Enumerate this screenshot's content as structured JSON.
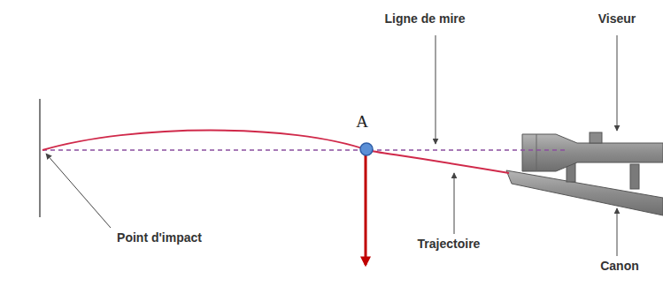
{
  "diagram": {
    "labels": [
      "Ligne de mire",
      "Viseur",
      "A",
      "Point d'impact",
      "Trajectoire",
      "Canon"
    ]
  }
}
